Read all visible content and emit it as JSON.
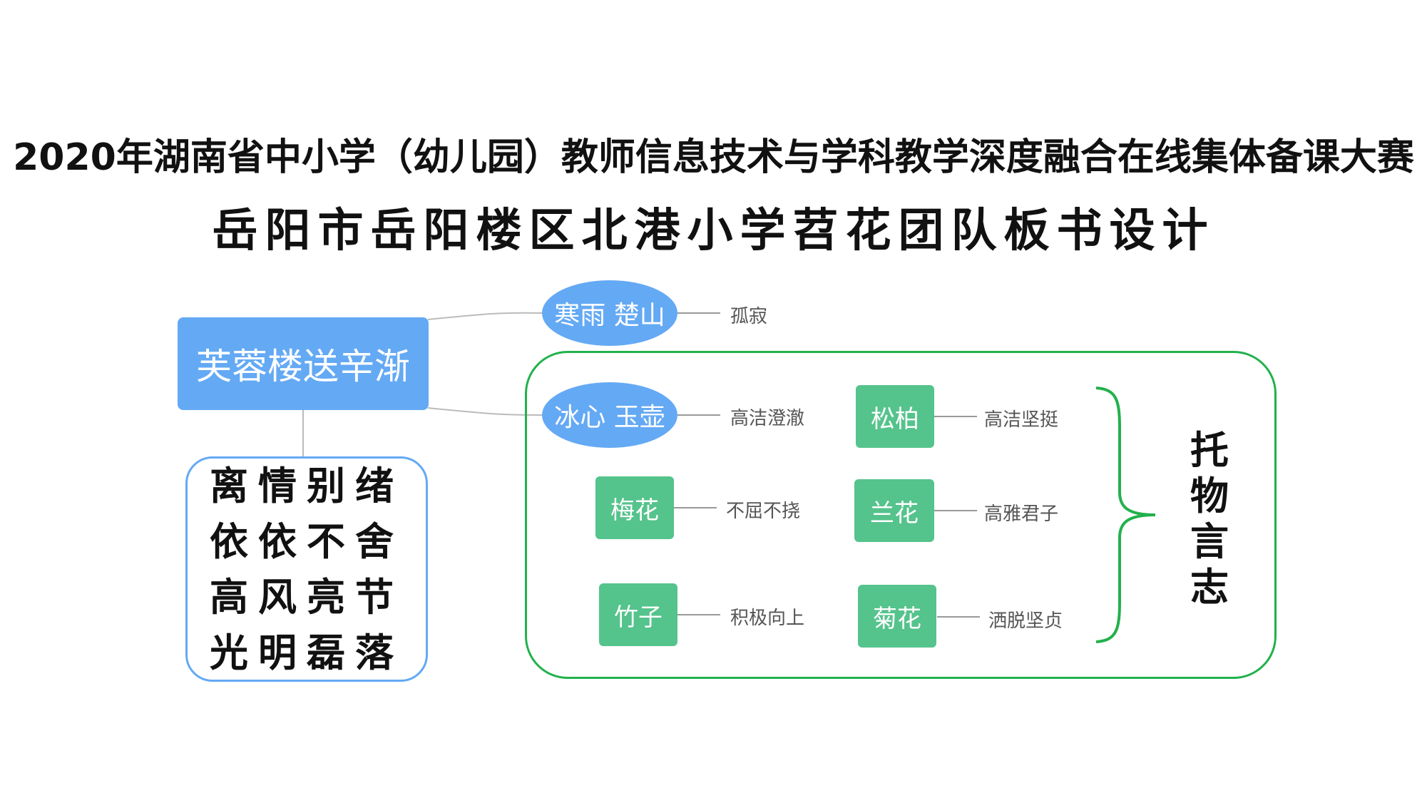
{
  "title": {
    "line1": "2020年湖南省中小学（幼儿园）教师信息技术与学科教学深度融合在线集体备课大赛",
    "line2": "岳阳市岳阳楼区北港小学苕花团队板书设计"
  },
  "mindmap": {
    "root": "芙蓉楼送辛渐",
    "branch_top": {
      "label": "寒雨 楚山",
      "leaf": "孤寂"
    },
    "branch_bottom": {
      "label": "冰心 玉壶",
      "leaf": "高洁澄澈"
    },
    "items": [
      {
        "label": "松柏",
        "leaf": "高洁坚挺"
      },
      {
        "label": "梅花",
        "leaf": "不屈不挠"
      },
      {
        "label": "兰花",
        "leaf": "高雅君子"
      },
      {
        "label": "竹子",
        "leaf": "积极向上"
      },
      {
        "label": "菊花",
        "leaf": "洒脱坚贞"
      }
    ],
    "summary": [
      "托",
      "物",
      "言",
      "志"
    ],
    "phrases": [
      "离情别绪",
      "依依不舍",
      "高风亮节",
      "光明磊落"
    ]
  },
  "colors": {
    "blue": "#64a9f4",
    "green_box": "#55c38c",
    "green_frame": "#22b14c",
    "connector": "#bbbbbb"
  }
}
